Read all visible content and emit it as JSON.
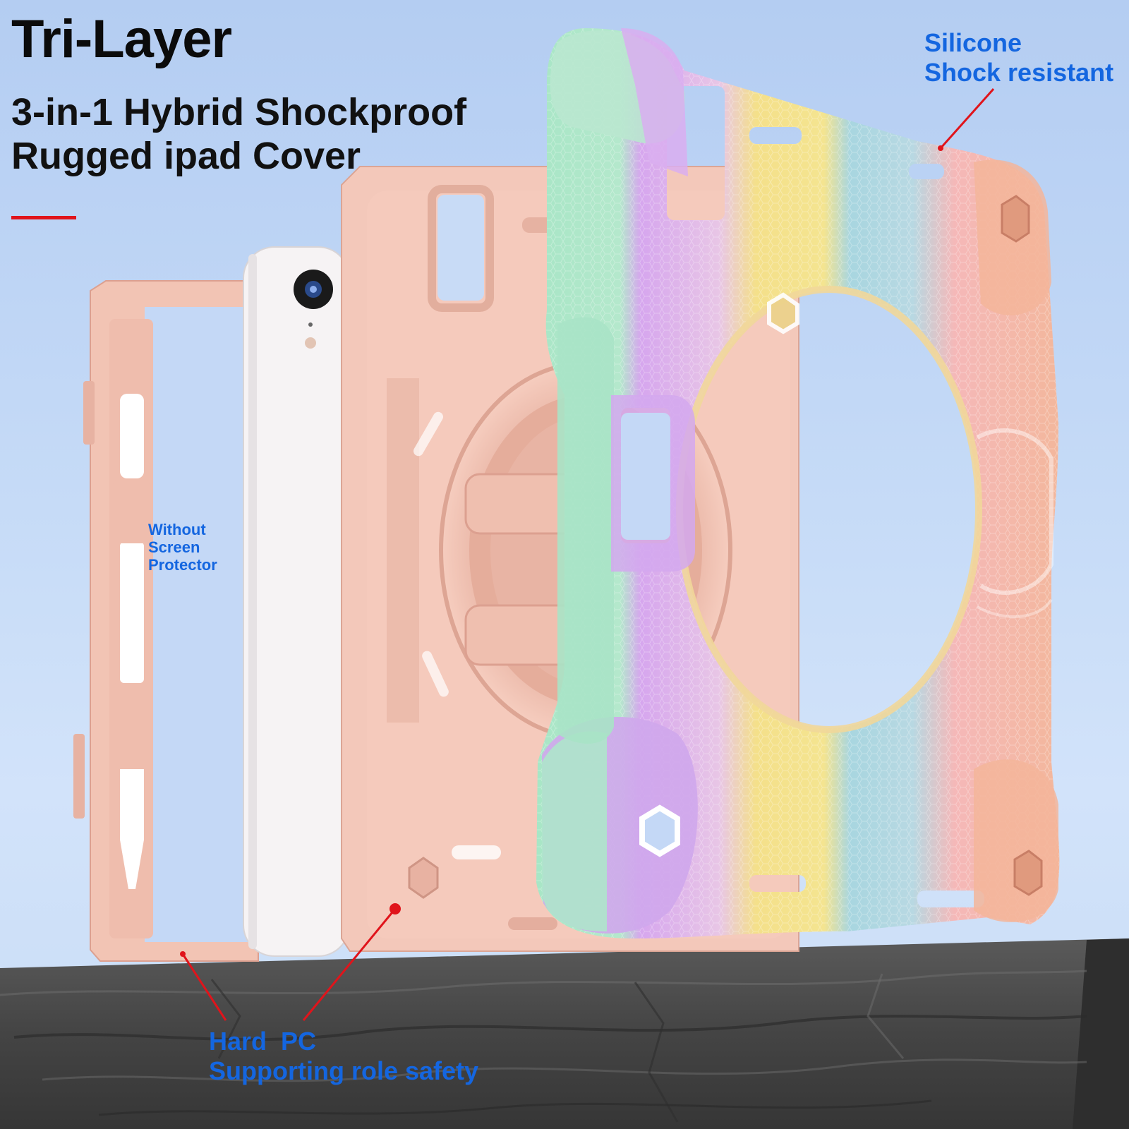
{
  "headline": "Tri-Layer",
  "subtitle_line1": "3-in-1 Hybrid Shockproof",
  "subtitle_line2": "Rugged ipad Cover",
  "callouts": {
    "silicone": {
      "line1": "Silicone",
      "line2": "Shock resistant"
    },
    "screen": {
      "line1": "Without",
      "line2": "Screen",
      "line3": "Protector"
    },
    "hard_pc": {
      "line1": "Hard  PC",
      "line2": "Supporting role safety"
    }
  },
  "colors": {
    "accent_red": "#e0141b",
    "callout_blue": "#1466e0",
    "case_pink": "#f4c6b8",
    "sky": "#c6dbf7",
    "rock": "#4a4a4a",
    "rainbow": [
      "#a8e6c6",
      "#d6a6ee",
      "#f4e08a",
      "#a8d6e0",
      "#f5b8b8",
      "#f3b79c"
    ]
  }
}
